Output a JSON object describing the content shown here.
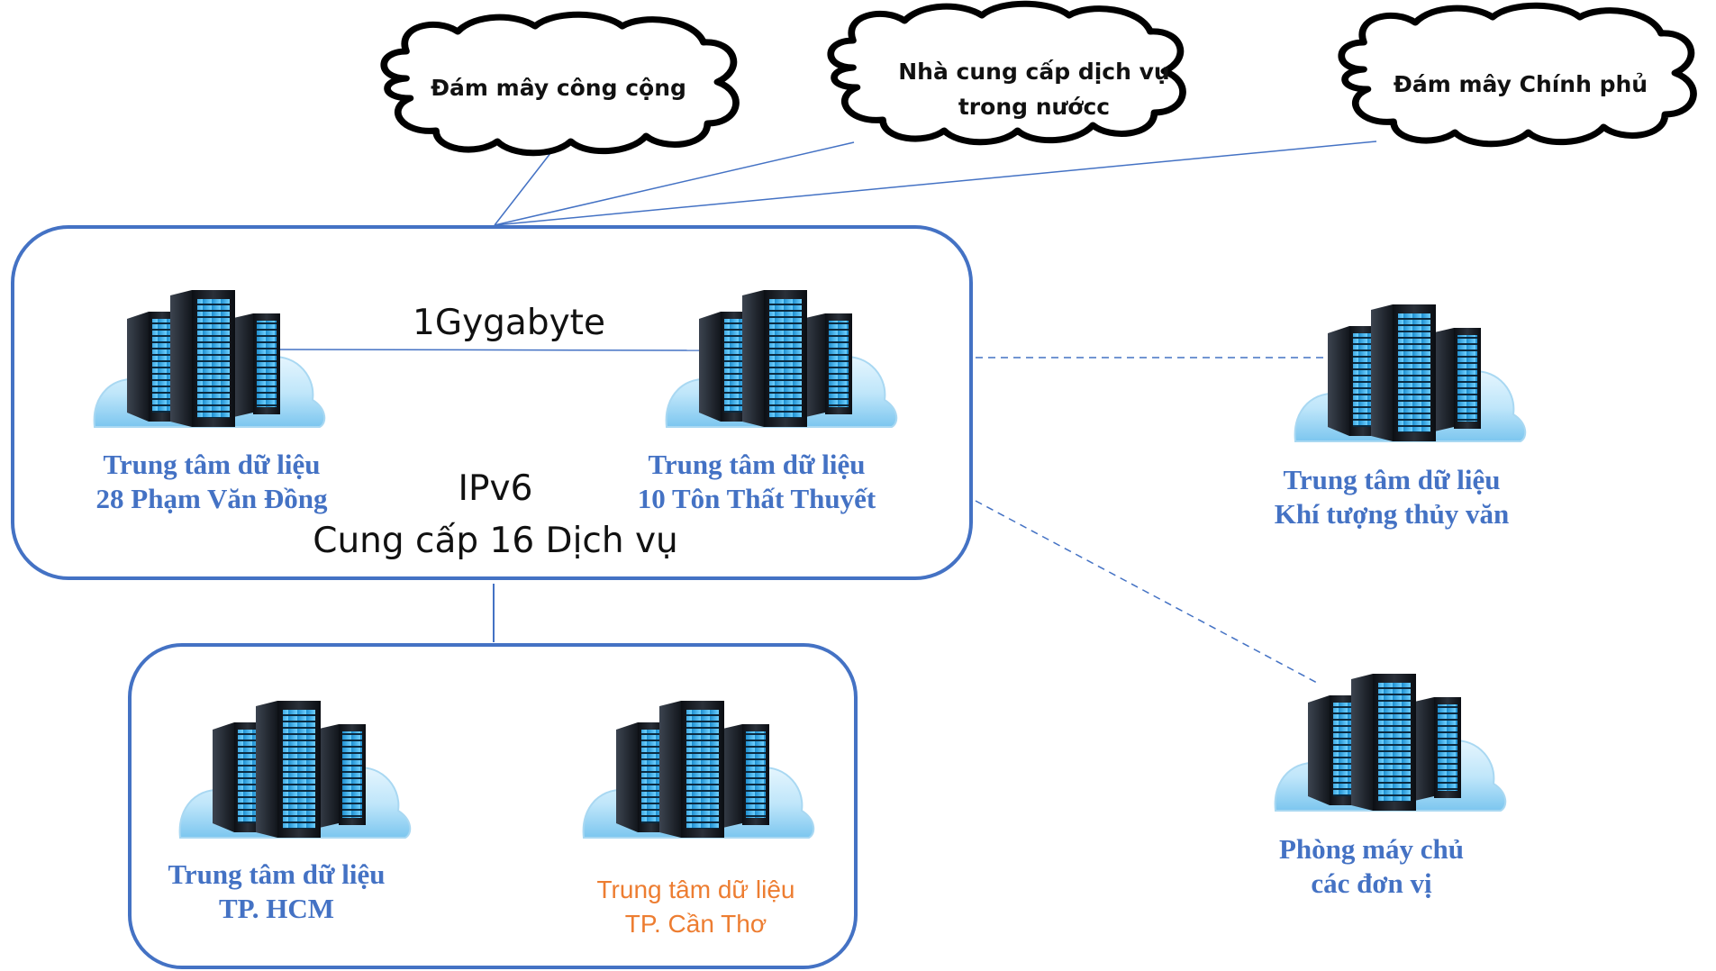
{
  "clouds": [
    {
      "id": "public",
      "lines": [
        "Đám mây công cộng"
      ]
    },
    {
      "id": "domestic",
      "lines": [
        "Nhà cung cấp dịch vụ",
        "trong nướcc"
      ]
    },
    {
      "id": "government",
      "lines": [
        "Đám mây Chính phủ"
      ]
    }
  ],
  "main_group": {
    "link_label": "1Gygabyte",
    "protocol_label": "IPv6",
    "services_label": "Cung cấp 16 Dịch vụ"
  },
  "data_centers": [
    {
      "id": "pvd",
      "lines": [
        "Trung tâm dữ liệu",
        "28 Phạm Văn Đồng"
      ]
    },
    {
      "id": "ttt",
      "lines": [
        "Trung tâm dữ liệu",
        "10 Tôn Thất Thuyết"
      ]
    },
    {
      "id": "ktv",
      "lines": [
        "Trung tâm dữ liệu",
        "Khí tượng thủy văn"
      ]
    },
    {
      "id": "hcm",
      "lines": [
        "Trung tâm dữ liệu",
        "TP. HCM"
      ]
    },
    {
      "id": "ct",
      "lines": [
        "Trung tâm dữ liệu",
        "TP. Cần Thơ"
      ]
    },
    {
      "id": "units",
      "lines": [
        "Phòng máy chủ",
        "các đơn vị"
      ]
    }
  ],
  "colors": {
    "group_border": "#4472c4",
    "label_blue": "#4472c4",
    "label_orange": "#ed7d31",
    "connector": "#4472c4"
  }
}
